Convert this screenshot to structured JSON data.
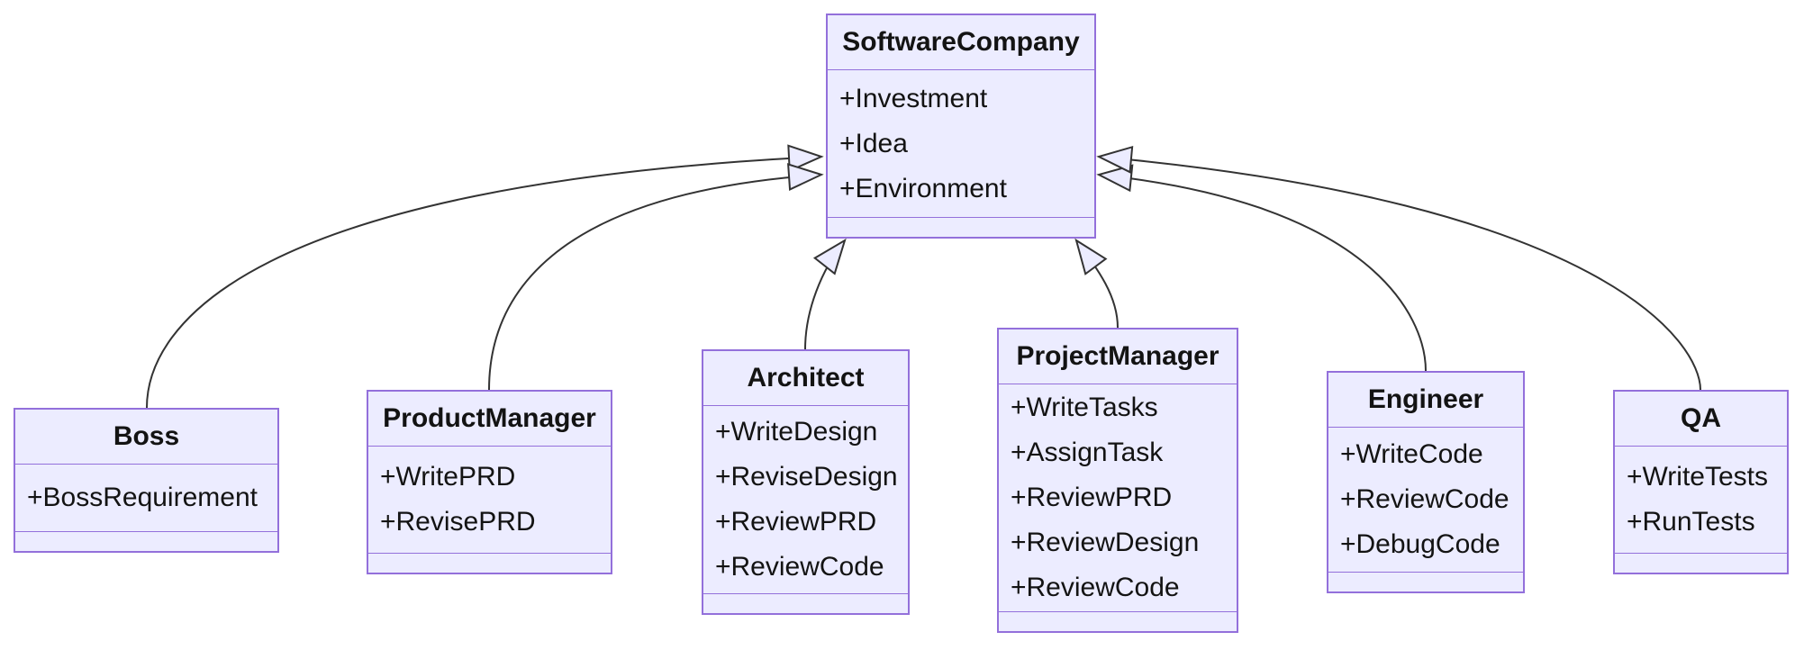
{
  "diagram": {
    "kind": "uml-class-diagram",
    "background": "#ffffff",
    "colors": {
      "node_fill": "#ECECFF",
      "node_border": "#9370DB",
      "edge_line": "#333333",
      "arrowhead_fill": "#ECECFF",
      "text": "#131313"
    },
    "classes": [
      {
        "name": "SoftwareCompany",
        "attributes": [
          "+Investment",
          "+Idea",
          "+Environment"
        ],
        "methods": []
      },
      {
        "name": "Boss",
        "attributes": [
          "+BossRequirement"
        ],
        "methods": []
      },
      {
        "name": "ProductManager",
        "attributes": [
          "+WritePRD",
          "+RevisePRD"
        ],
        "methods": []
      },
      {
        "name": "Architect",
        "attributes": [
          "+WriteDesign",
          "+ReviseDesign",
          "+ReviewPRD",
          "+ReviewCode"
        ],
        "methods": []
      },
      {
        "name": "ProjectManager",
        "attributes": [
          "+WriteTasks",
          "+AssignTask",
          "+ReviewPRD",
          "+ReviewDesign",
          "+ReviewCode"
        ],
        "methods": []
      },
      {
        "name": "Engineer",
        "attributes": [
          "+WriteCode",
          "+ReviewCode",
          "+DebugCode"
        ],
        "methods": []
      },
      {
        "name": "QA",
        "attributes": [
          "+WriteTests",
          "+RunTests"
        ],
        "methods": []
      }
    ],
    "relations": [
      {
        "from": "Boss",
        "to": "SoftwareCompany",
        "type": "inheritance"
      },
      {
        "from": "ProductManager",
        "to": "SoftwareCompany",
        "type": "inheritance"
      },
      {
        "from": "Architect",
        "to": "SoftwareCompany",
        "type": "inheritance"
      },
      {
        "from": "ProjectManager",
        "to": "SoftwareCompany",
        "type": "inheritance"
      },
      {
        "from": "Engineer",
        "to": "SoftwareCompany",
        "type": "inheritance"
      },
      {
        "from": "QA",
        "to": "SoftwareCompany",
        "type": "inheritance"
      }
    ]
  }
}
